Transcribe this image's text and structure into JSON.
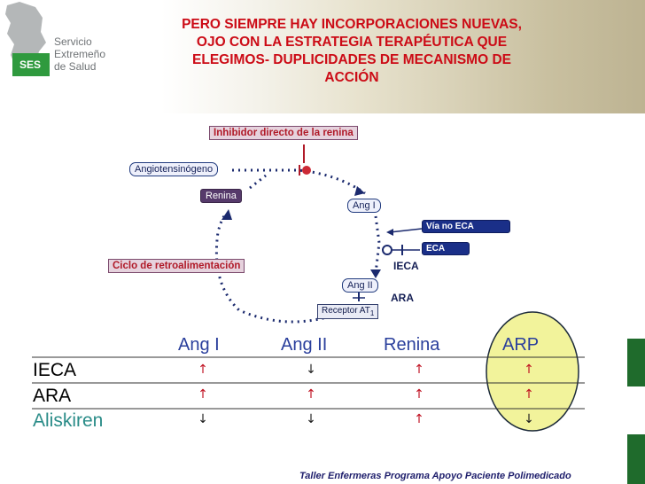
{
  "header": {
    "title_lines": [
      "PERO SIEMPRE HAY INCORPORACIONES NUEVAS,",
      "OJO CON LA ESTRATEGIA TERAPÉUTICA QUE",
      "ELEGIMOS- DUPLICIDADES DE MECANISMO DE",
      "ACCIÓN"
    ]
  },
  "logo": {
    "abbr": "SES",
    "lines": [
      "Servicio",
      "Extremeño",
      "de Salud"
    ],
    "colors": {
      "green": "#2f9a3e",
      "grey": "#a7aaab"
    }
  },
  "diagram": {
    "inhibitor_label": "Inhibidor directo de la renina",
    "angiotensinogen": "Angiotensinógeno",
    "renin": "Renina",
    "ang1": "Ang I",
    "ang2": "Ang II",
    "via_no_eca": "Vía no ECA",
    "eca": "ECA",
    "ieca": "IECA",
    "ara": "ARA",
    "receptor": "Receptor AT",
    "receptor_sub": "1",
    "feedback_label": "Ciclo de retroalimentación"
  },
  "table": {
    "columns": [
      "Ang I",
      "Ang II",
      "Renina",
      "ARP"
    ],
    "rows": [
      {
        "label": "IECA",
        "effects": [
          "up",
          "down",
          "up",
          "up"
        ]
      },
      {
        "label": "ARA",
        "effects": [
          "up",
          "up",
          "up",
          "up"
        ]
      },
      {
        "label": "Aliskiren",
        "effects": [
          "down",
          "down",
          "up",
          "down"
        ]
      }
    ],
    "arrow_up": "↑",
    "arrow_down": "↓",
    "colors": {
      "header": "#2a3f9c",
      "aliskiren": "#2a8c88",
      "arrow": "#c01020",
      "ellipse": "#f2f39b"
    }
  },
  "footer": {
    "text": "Taller Enfermeras Programa Apoyo Paciente Polimedicado"
  },
  "side_tabs": {
    "color": "#1f6b2c"
  }
}
